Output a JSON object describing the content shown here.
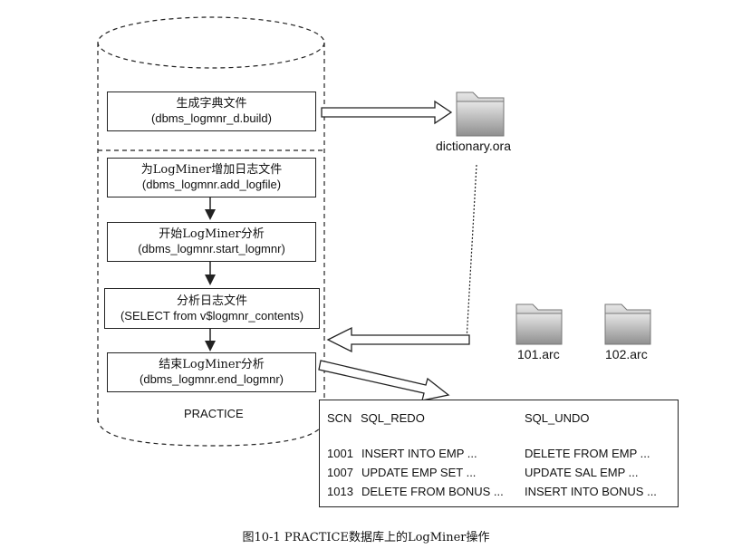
{
  "database_label": "PRACTICE",
  "steps": [
    {
      "title": "生成字典文件",
      "call": "(dbms_logmnr_d.build)"
    },
    {
      "title": "为LogMiner增加日志文件",
      "call": "(dbms_logmnr.add_logfile)"
    },
    {
      "title": "开始LogMiner分析",
      "call": "(dbms_logmnr.start_logmnr)"
    },
    {
      "title": "分析日志文件",
      "call": "(SELECT from v$logmnr_contents)"
    },
    {
      "title": "结束LogMiner分析",
      "call": "(dbms_logmnr.end_logmnr)"
    }
  ],
  "files": {
    "dictionary": "dictionary.ora",
    "archive1": "101.arc",
    "archive2": "102.arc"
  },
  "result_table": {
    "headers": [
      "SCN",
      "SQL_REDO",
      "SQL_UNDO"
    ],
    "rows": [
      [
        "1001",
        "INSERT INTO EMP ...",
        "DELETE FROM EMP ..."
      ],
      [
        "1007",
        "UPDATE EMP SET ...",
        "UPDATE SAL EMP ..."
      ],
      [
        "1013",
        "DELETE FROM BONUS ...",
        "INSERT INTO BONUS ..."
      ]
    ]
  },
  "caption": "图10-1   PRACTICE数据库上的LogMiner操作",
  "colors": {
    "folder_light": "#d9d9d9",
    "folder_dark": "#8c8c8c",
    "line": "#222222"
  }
}
